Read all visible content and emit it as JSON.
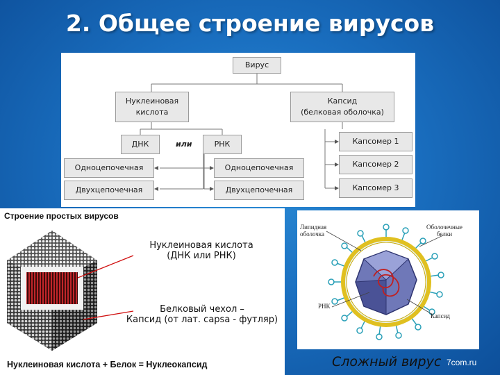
{
  "title": "2. Общее строение вирусов",
  "scheme": {
    "root": "Вирус",
    "nucleic_acid": [
      "Нуклеиновая",
      "кислота"
    ],
    "capsid": [
      "Капсид",
      "(белковая оболочка)"
    ],
    "dna": "ДНК",
    "or": "или",
    "rna": "РНК",
    "single_strand": "Одноцепочечная",
    "double_strand": "Двухцепочечная",
    "capsomers": [
      "Капсомер 1",
      "Капсомер 2",
      "Капсомер 3"
    ]
  },
  "simple_virus": {
    "heading": "Строение простых вирусов",
    "nucleic_label": [
      "Нуклеиновая кислота",
      "(ДНК или РНК)"
    ],
    "capsid_label": [
      "Белковый чехол –",
      "Капсид (от лат. capsa - футляр)"
    ],
    "formula": "Нуклеиновая кислота + Белок = Нуклеокапсид"
  },
  "complex_virus": {
    "lipid_label": [
      "Липидная",
      "оболочка"
    ],
    "surface_label": [
      "Оболочечные",
      "белки"
    ],
    "rna_label": "РНК",
    "capsid_label": "Капсид",
    "caption": "Сложный вирус"
  },
  "watermark": "7com.ru"
}
